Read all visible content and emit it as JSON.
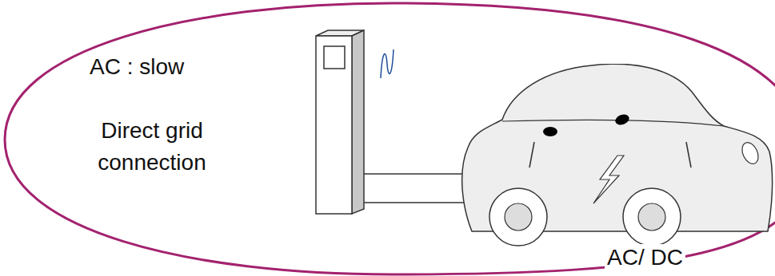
{
  "diagram": {
    "nodes": [
      {
        "text": [
          "AC : slow",
          "Direct grid connection"
        ]
      },
      {
        "text": [
          "AC/ DC"
        ],
        "in": 0
      }
    ]
  }
}
